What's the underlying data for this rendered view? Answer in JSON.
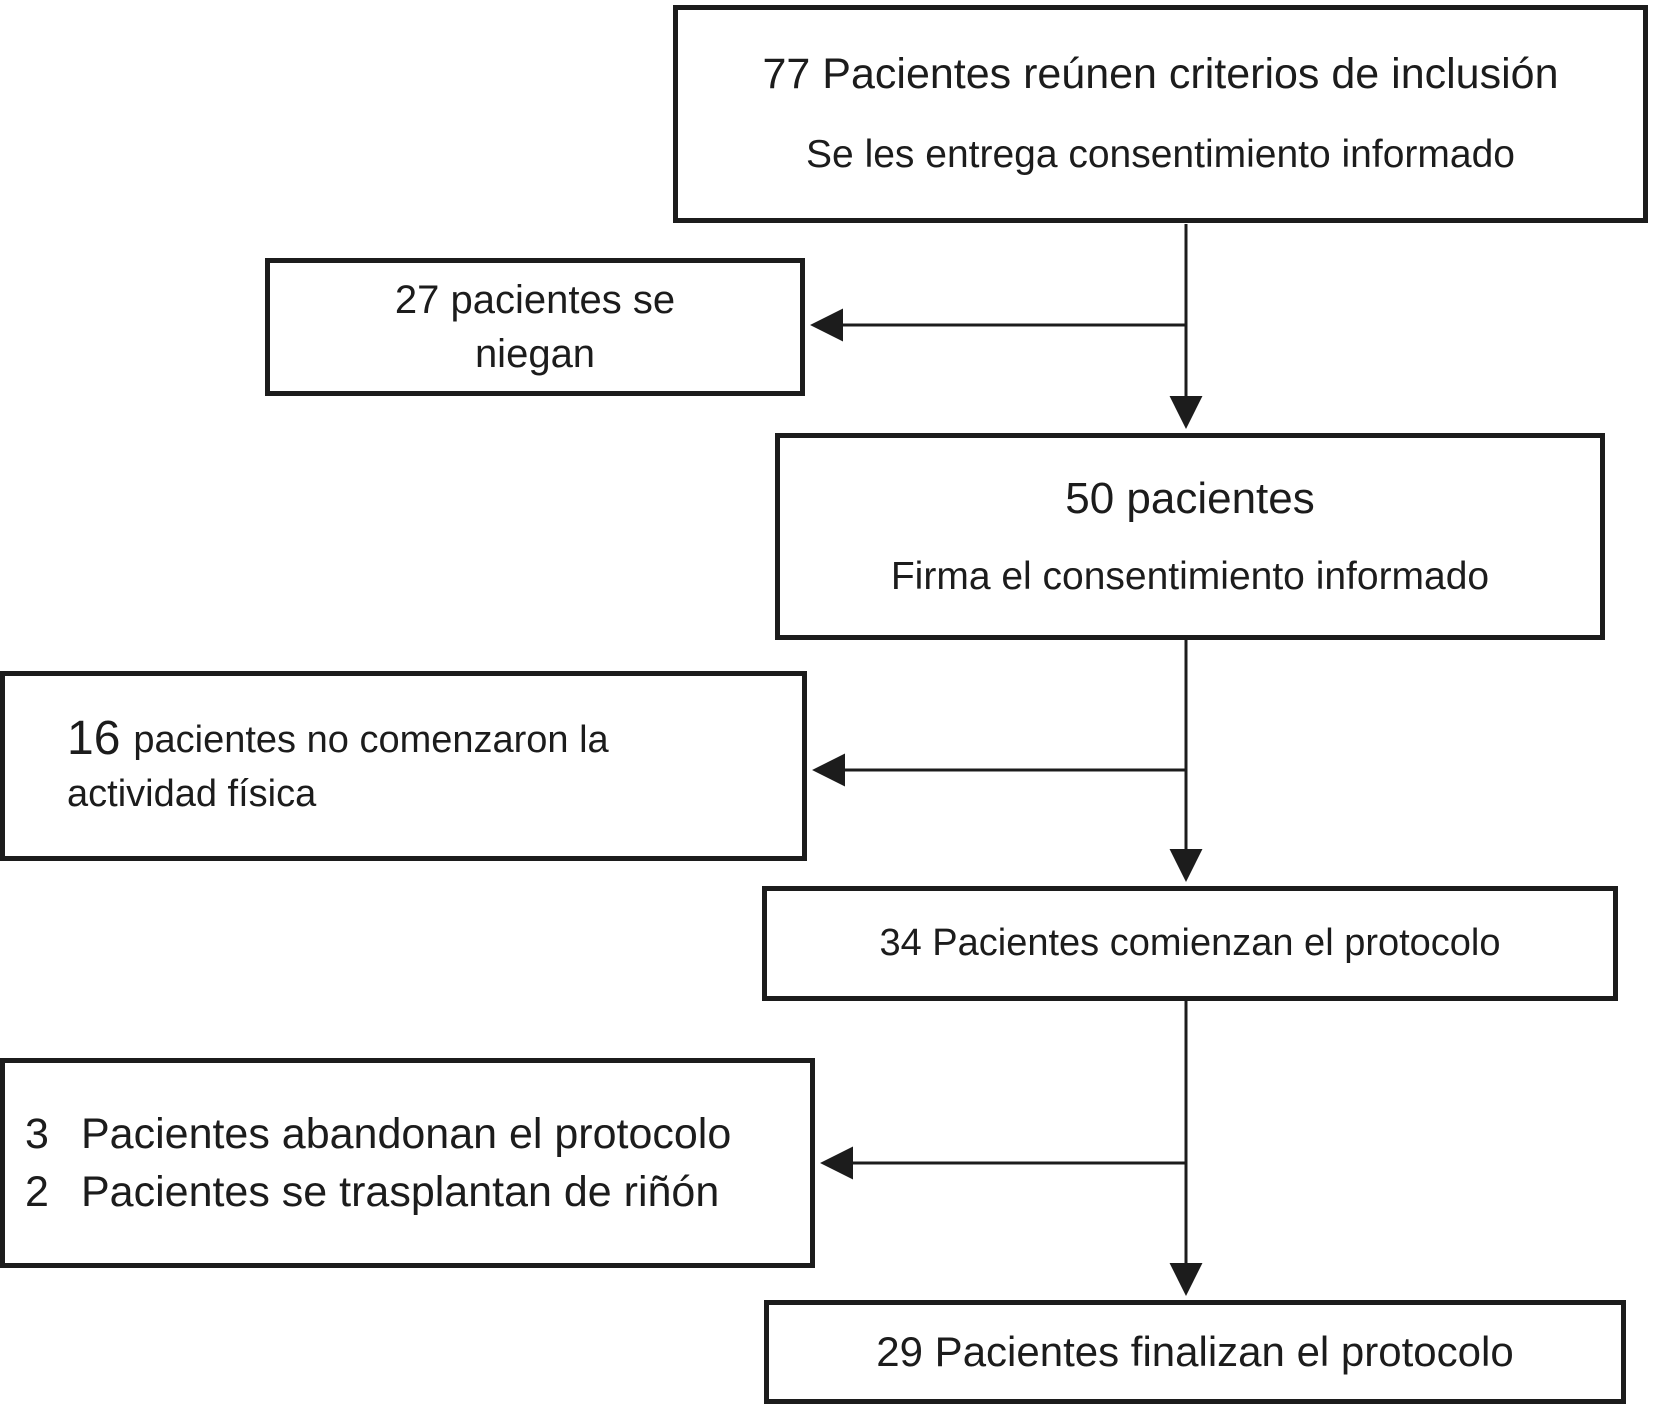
{
  "diagram": {
    "type": "flowchart",
    "language": "es",
    "colors": {
      "background": "#ffffff",
      "line": "#1c1c1c",
      "text": "#1c1c1c"
    },
    "boxes": {
      "inclusion": {
        "heading": "77 Pacientes reúnen criterios de inclusión",
        "subtext": "Se les entrega consentimiento informado"
      },
      "refused": {
        "line1": "27 pacientes se",
        "line2": "niegan"
      },
      "signed": {
        "heading": "50 pacientes",
        "subtext": "Firma el consentimiento informado"
      },
      "not_started": {
        "number": "16",
        "text": "pacientes no comenzaron la",
        "line2": "actividad física"
      },
      "started": {
        "text": "34 Pacientes comienzan el protocolo"
      },
      "withdrawn": {
        "row1": {
          "number": "3",
          "text": "Pacientes abandonan el protocolo"
        },
        "row2": {
          "number": "2",
          "text": "Pacientes se trasplantan de riñón"
        }
      },
      "finished": {
        "text": "29 Pacientes finalizan el protocolo"
      }
    }
  }
}
